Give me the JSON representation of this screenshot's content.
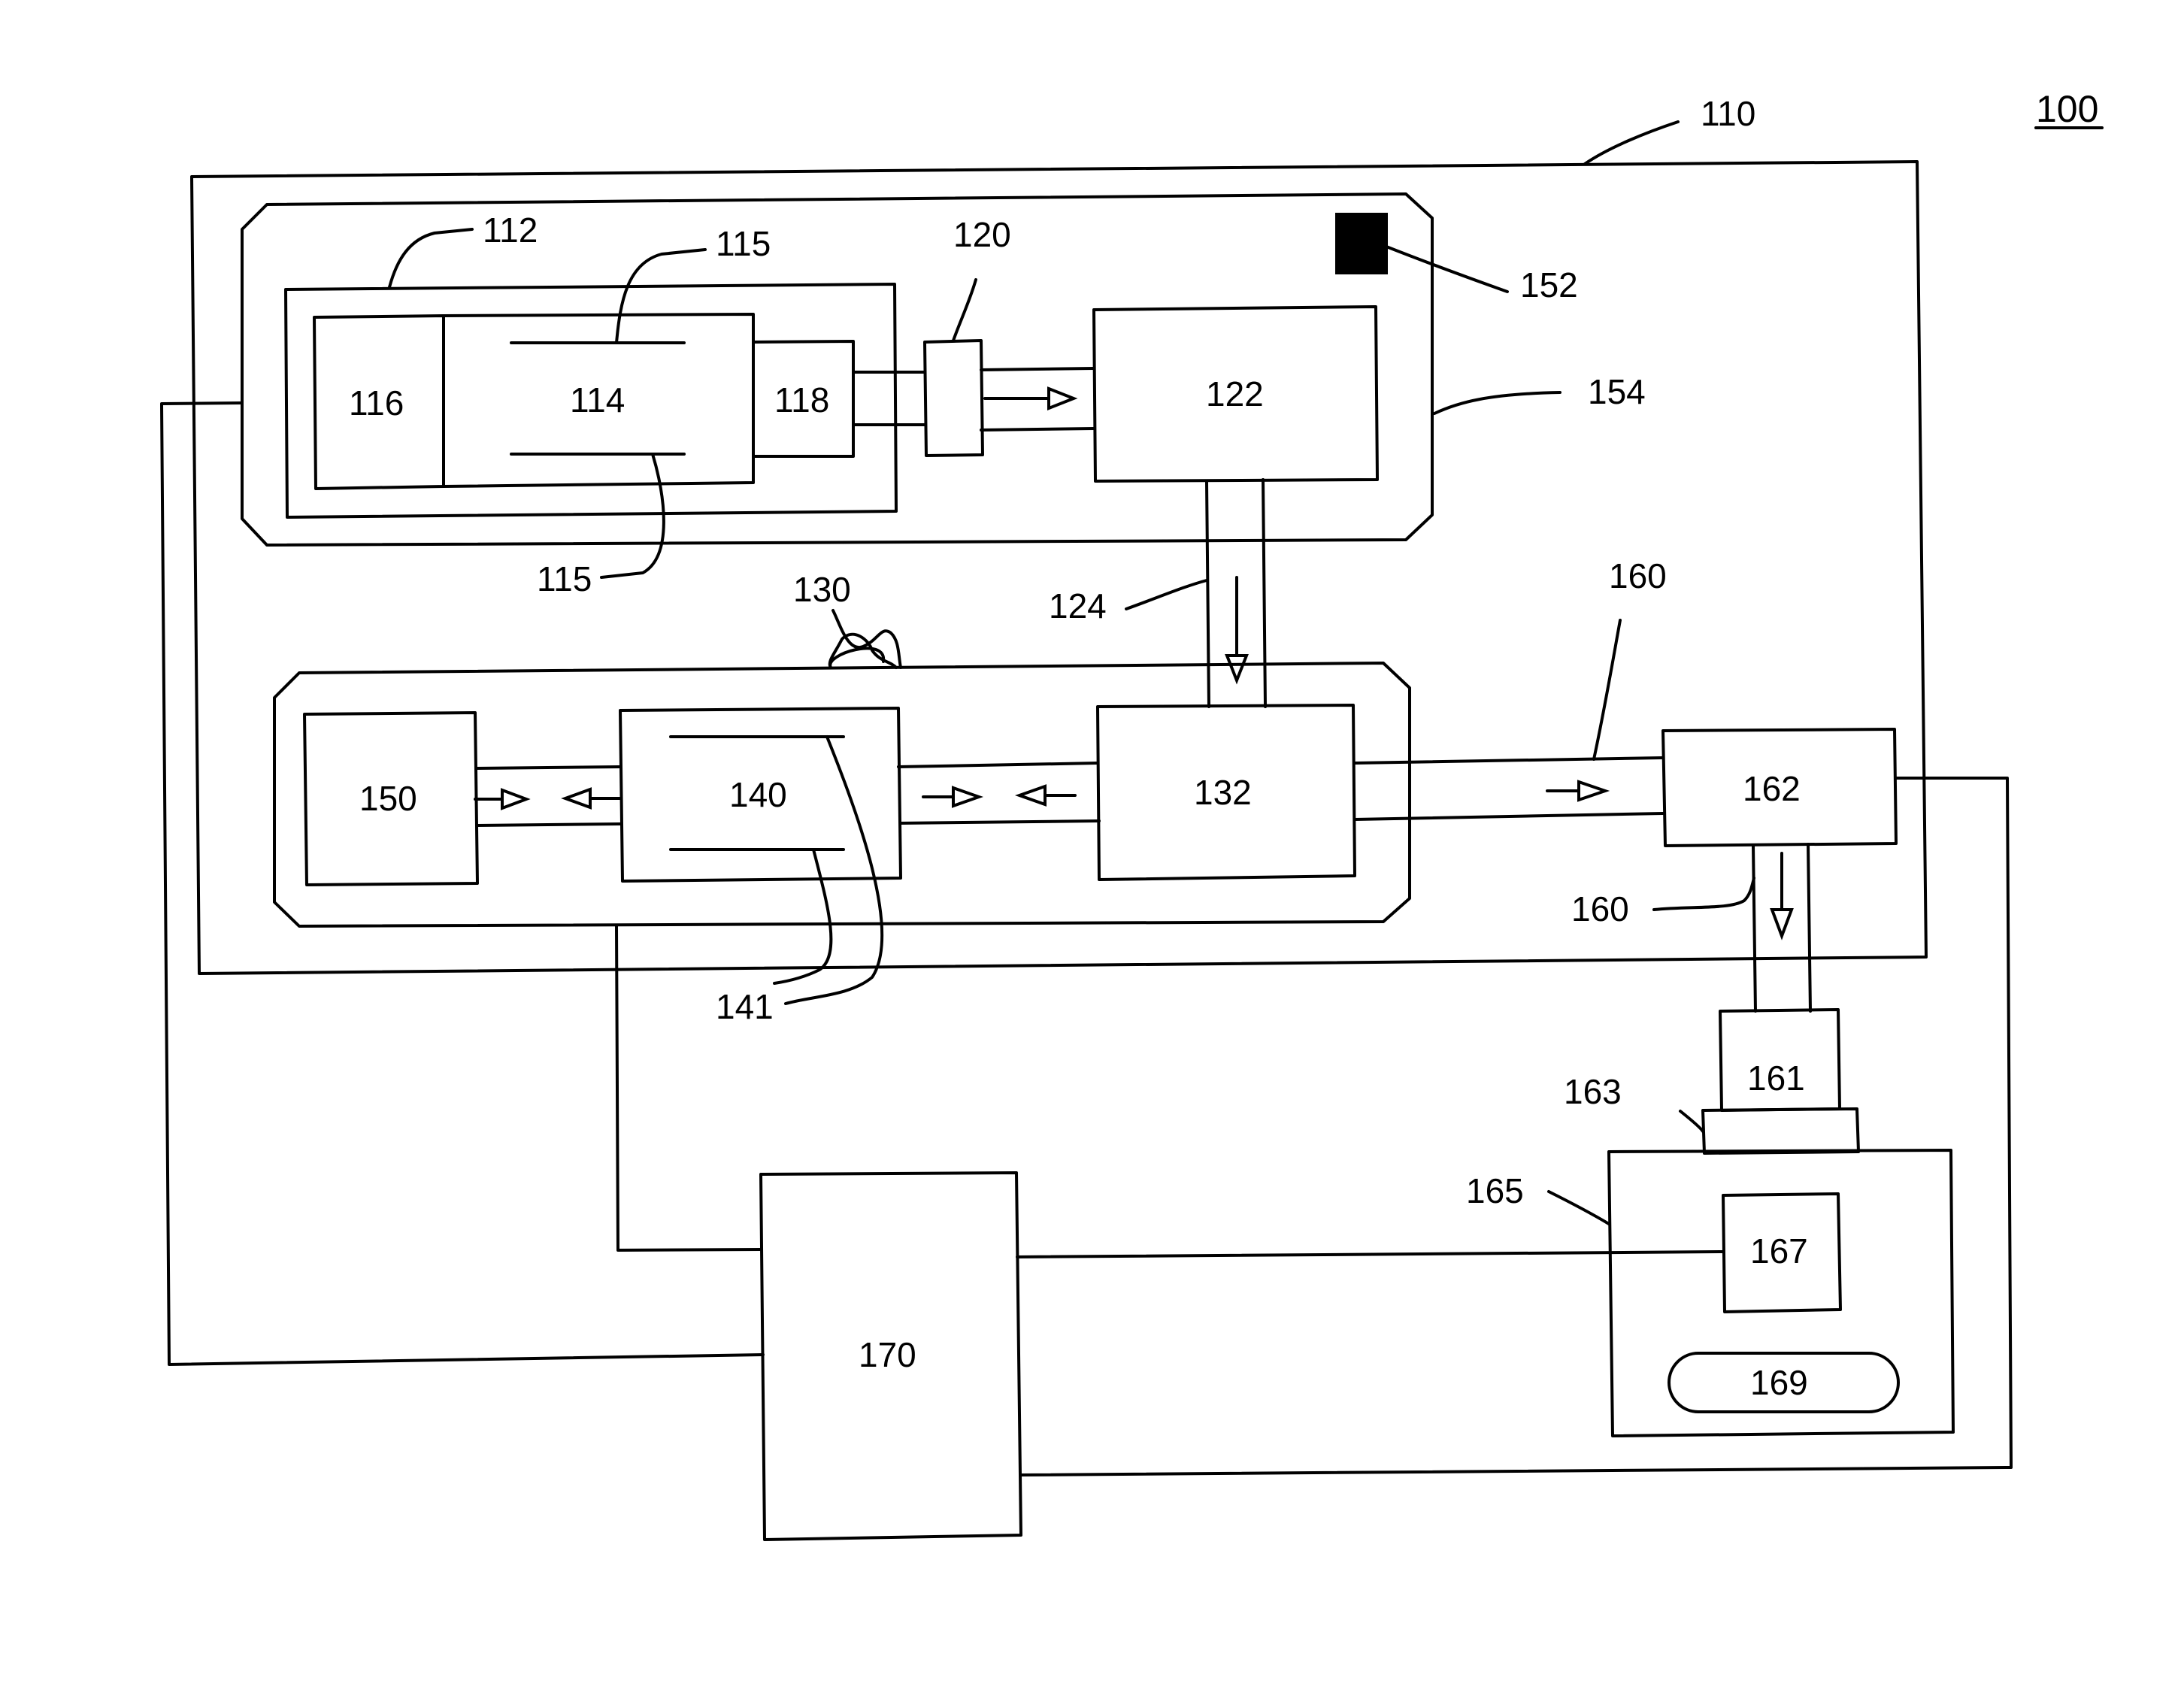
{
  "figure": {
    "ref": "100",
    "labels": {
      "l110": "110",
      "l112": "112",
      "l115a": "115",
      "l115b": "115",
      "l120": "120",
      "l152": "152",
      "l154": "154",
      "l130": "130",
      "l124": "124",
      "l160a": "160",
      "l160b": "160",
      "l141": "141",
      "l163": "163",
      "l165": "165"
    },
    "blocks": {
      "b116": "116",
      "b114": "114",
      "b118": "118",
      "b122": "122",
      "b150": "150",
      "b140": "140",
      "b132": "132",
      "b162": "162",
      "b161": "161",
      "b167": "167",
      "b169": "169",
      "b170": "170"
    }
  }
}
